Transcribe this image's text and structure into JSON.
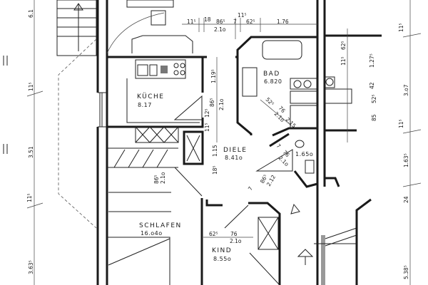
{
  "rooms": {
    "kueche": {
      "name": "KÜCHE",
      "area": "8.17"
    },
    "bad": {
      "name": "BAD",
      "area": "6.820"
    },
    "diele": {
      "name": "DIELE",
      "area": "8.41o"
    },
    "schlafen": {
      "name": "SCHLAFEN",
      "area": "16.o4o"
    },
    "kind": {
      "name": "KIND",
      "area": "8.55o"
    },
    "wc": {
      "area": "1.65o"
    }
  },
  "dimensions": {
    "top": [
      "11⁵",
      "18",
      "86⁵",
      "2.1o",
      "7",
      "11⁵",
      "62⁵",
      "1.76"
    ],
    "kitchen": [
      "1.19⁵",
      "86⁵",
      "2.1o",
      "12⁵",
      "11⁵",
      "1.15",
      "18⁵"
    ],
    "bath_door": [
      "52⁵",
      "76",
      "2.1o",
      "2.15"
    ],
    "wc_door": [
      "7",
      "76",
      "2.1o"
    ],
    "diele_door": [
      "7",
      "86⁵",
      "2.12"
    ],
    "schlafen_door": [
      "86⁵",
      "2.1o"
    ],
    "kind_door": [
      "62⁵",
      "76",
      "2.1o"
    ],
    "left": [
      "6.1",
      "11⁵",
      "3.51",
      "11⁵",
      "3.63⁵"
    ],
    "right_inner": [
      "62⁵",
      "11⁵",
      "1.27⁵",
      "42",
      "52⁵",
      "85"
    ],
    "right_outer": [
      "11⁵",
      "3.o7",
      "11⁵",
      "1.63⁵",
      "24",
      "5.38⁵"
    ]
  }
}
